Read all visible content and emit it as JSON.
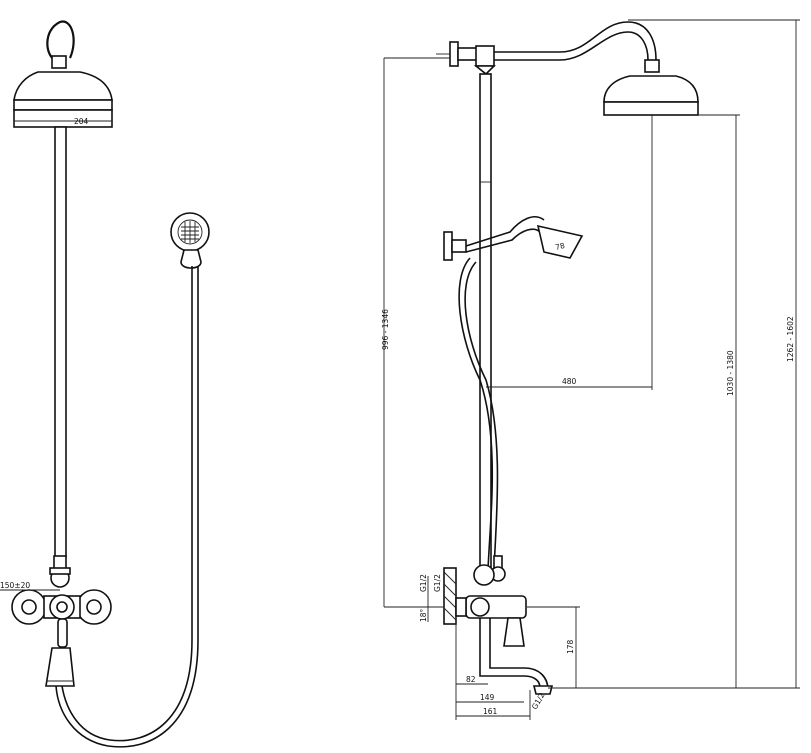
{
  "dimensions": {
    "head_diameter": "204",
    "valve_spacing": "150±20",
    "arm_reach": "480",
    "height_left": "996 - 1346",
    "height_middle": "1030 - 1380",
    "height_total": "1262 - 1602",
    "spout_height": "178",
    "wall_offset_a": "82",
    "spout_length_a": "149",
    "spout_length_b": "161",
    "spout_outlet": "G1/2",
    "pipe_size": "G1/2",
    "pipe_angle": "G1/2",
    "angle": "18°",
    "handheld_head": "78"
  }
}
